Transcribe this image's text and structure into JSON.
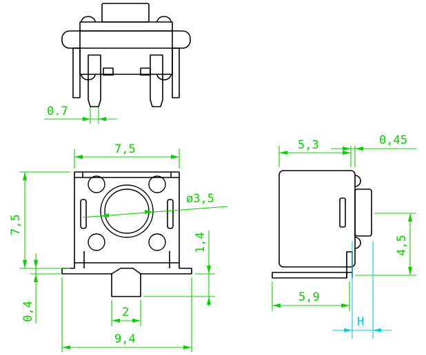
{
  "labels": {
    "pin_pitch": "0.7",
    "front_width": "7,5",
    "front_height": "7,5",
    "actuator_diameter": "ø3,5",
    "leg_height": "1,4",
    "leg_offset": "0,4",
    "center_tab": "2",
    "overall_width": "9,4",
    "side_body_depth": "5,3",
    "side_plate": "0,45",
    "side_height": "4,5",
    "side_length": "5,9",
    "stem_height": "H"
  },
  "colors": {
    "outline": "#000000",
    "dimension": "#0bd000",
    "dimension_alt": "#00cfe0"
  }
}
